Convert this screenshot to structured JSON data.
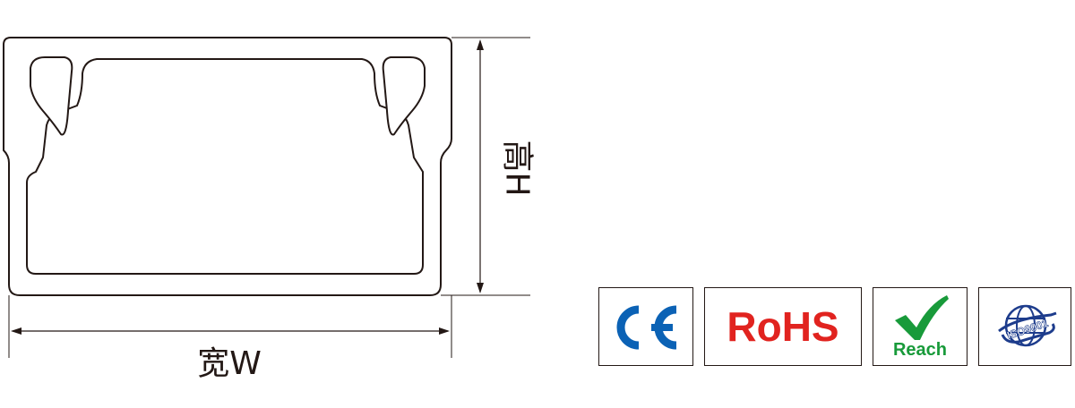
{
  "diagram": {
    "width_label": "宽W",
    "height_label": "高H"
  },
  "certifications": {
    "ce": {
      "label": "CE",
      "color": "#0b62b5"
    },
    "rohs": {
      "label": "RoHS",
      "color": "#e1231f"
    },
    "reach": {
      "label": "Reach",
      "color": "#189a3a"
    },
    "iso": {
      "label": "ISO9001",
      "color": "#1d3c8c"
    }
  }
}
